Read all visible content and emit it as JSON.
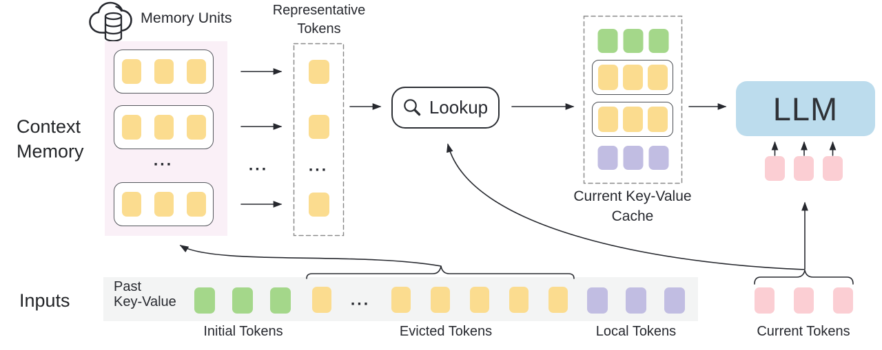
{
  "colors": {
    "yellow_token": "#FBDC8F",
    "green_token": "#A4D78A",
    "purple_token": "#C1BDE2",
    "pink_token": "#FBCED3",
    "llm_fill": "#BCDCED",
    "context_memory_fill": "#FAF0F7",
    "input_bar_fill": "#F3F4F4",
    "line": "#26282e"
  },
  "memory_units": {
    "label": "Memory Units"
  },
  "context_memory": {
    "title_line1": "Context",
    "title_line2": "Memory",
    "ellipsis": "...",
    "units": [
      {
        "count": 3,
        "color": "#FBDC8F"
      },
      {
        "count": 3,
        "color": "#FBDC8F"
      },
      {
        "count": 3,
        "color": "#FBDC8F"
      }
    ]
  },
  "flows": {
    "ellipsis": "..."
  },
  "representative": {
    "title_line1": "Representative",
    "title_line2": "Tokens",
    "ellipsis": "...",
    "tokens_upper_1": {
      "count": 1,
      "color": "#FBDC8F"
    },
    "tokens_upper_2": {
      "count": 1,
      "color": "#FBDC8F"
    },
    "tokens_lower": {
      "count": 1,
      "color": "#FBDC8F"
    }
  },
  "lookup": {
    "label": "Lookup"
  },
  "cache": {
    "title_line1": "Current Key-Value",
    "title_line2": "Cache",
    "rows": [
      {
        "boxed": false,
        "count": 3,
        "color": "#A4D78A"
      },
      {
        "boxed": true,
        "count": 3,
        "color": "#FBDC8F"
      },
      {
        "boxed": true,
        "count": 3,
        "color": "#FBDC8F"
      },
      {
        "boxed": false,
        "count": 3,
        "color": "#C1BDE2"
      }
    ]
  },
  "llm": {
    "label": "LLM",
    "current_tokens": {
      "count": 3,
      "color": "#FBCED3"
    }
  },
  "inputs": {
    "title": "Inputs",
    "past_kv_line1": "Past",
    "past_kv_line2": "Key-Value",
    "ellipsis": "...",
    "groups": {
      "initial": {
        "label": "Initial Tokens",
        "count": 3,
        "color": "#A4D78A"
      },
      "evicted_lead": {
        "count": 1,
        "color": "#FBDC8F"
      },
      "evicted": {
        "label": "Evicted Tokens",
        "count": 5,
        "color": "#FBDC8F"
      },
      "local": {
        "label": "Local Tokens",
        "count": 3,
        "color": "#C1BDE2"
      },
      "current": {
        "label": "Current Tokens",
        "count": 3,
        "color": "#FBCED3"
      }
    }
  }
}
